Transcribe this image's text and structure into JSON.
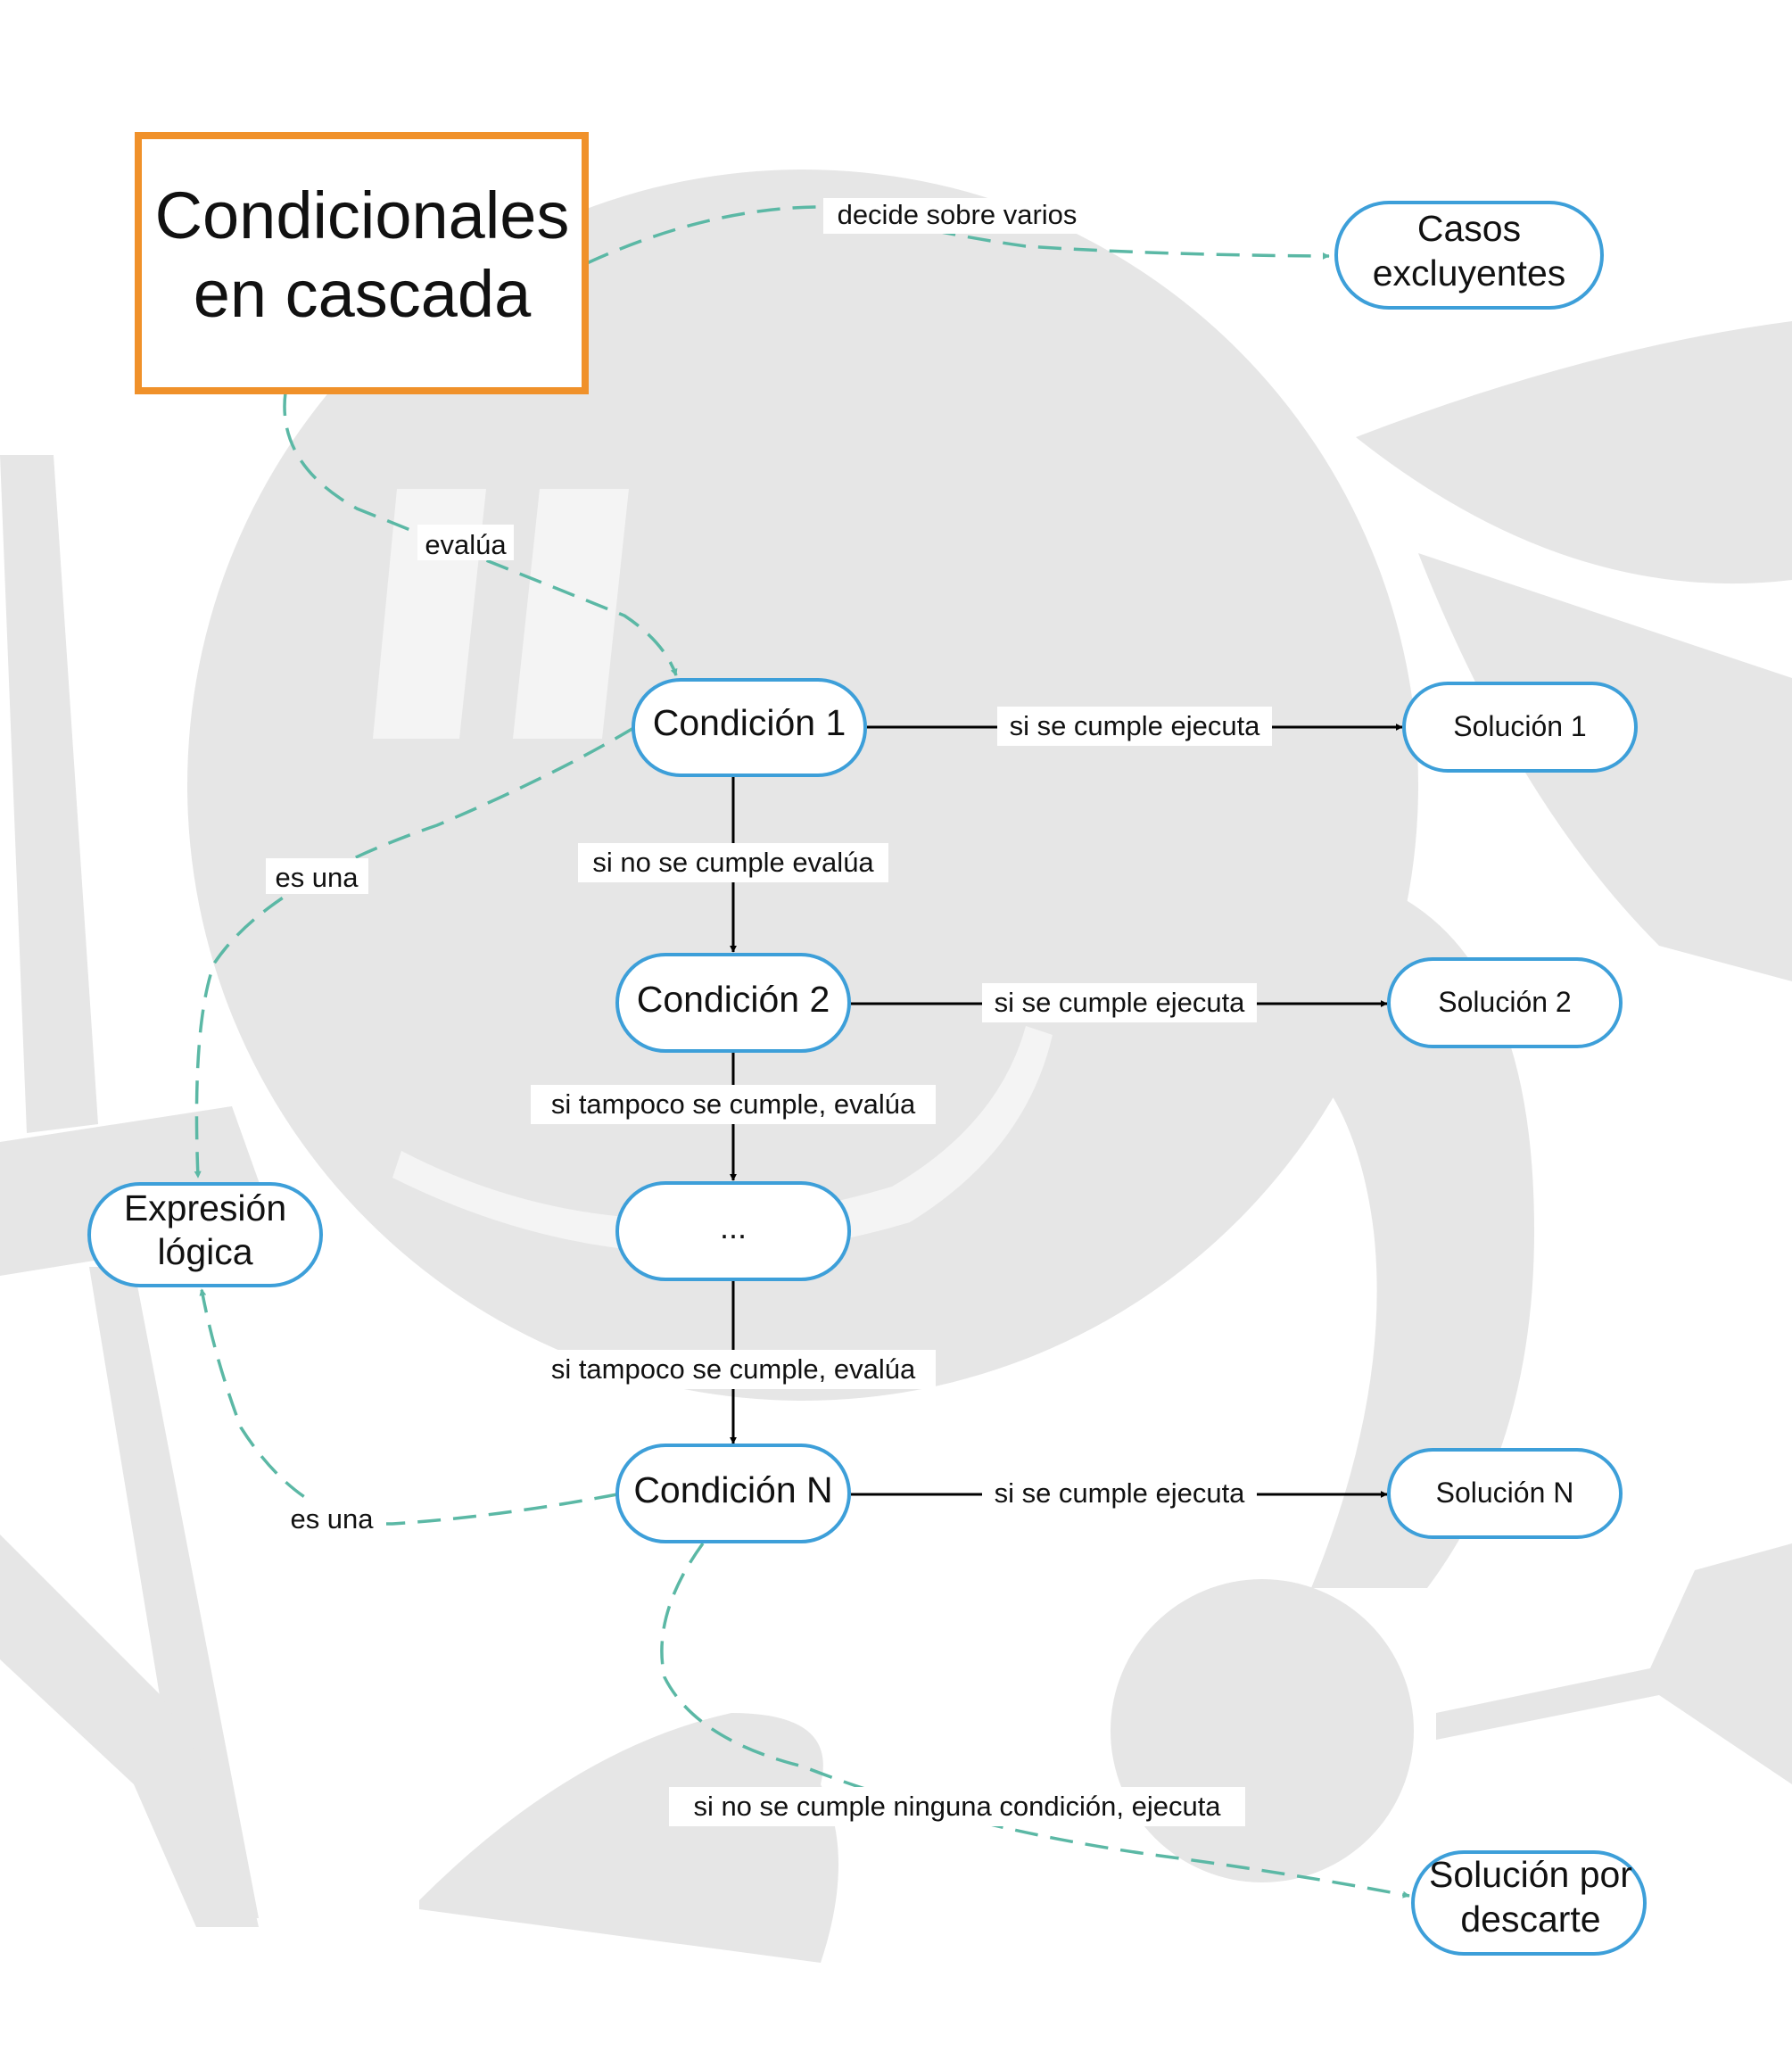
{
  "title": {
    "line1": "Condicionales",
    "line2": "en cascada"
  },
  "nodes": {
    "casos": {
      "line1": "Casos",
      "line2": "excluyentes"
    },
    "cond1": "Condición 1",
    "cond2": "Condición 2",
    "dots": "...",
    "condN": "Condición N",
    "sol1": "Solución 1",
    "sol2": "Solución 2",
    "solN": "Solución N",
    "expr": {
      "line1": "Expresión",
      "line2": "lógica"
    },
    "descarte": {
      "line1": "Solución por",
      "line2": "descarte"
    }
  },
  "edges": {
    "decide": "decide sobre varios",
    "evalua": "evalúa",
    "es_una_1": "es una",
    "es_una_2": "es una",
    "cumple_1": "si se cumple ejecuta",
    "cumple_2": "si se cumple ejecuta",
    "cumple_N": "si se cumple ejecuta",
    "no_cumple": "si no se cumple evalúa",
    "tampoco_1": "si tampoco se cumple, evalúa",
    "tampoco_2": "si tampoco se cumple, evalúa",
    "ninguna": "si no se cumple ninguna condición, ejecuta"
  },
  "colors": {
    "title_border": "#f0912a",
    "node_border": "#3d9fd9",
    "dashed_edge": "#5bb8a5",
    "solid_edge": "#000000",
    "watermark": "#e6e6e6"
  }
}
